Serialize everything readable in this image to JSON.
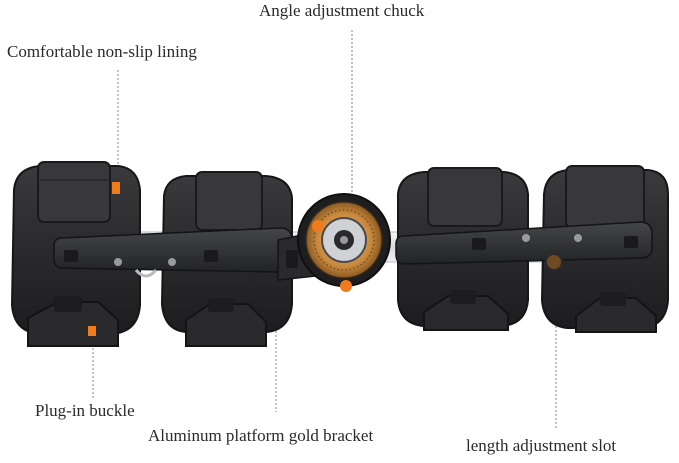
{
  "labels": {
    "angle_chuck": "Angle adjustment chuck",
    "lining": "Comfortable non-slip lining",
    "buckle": "Plug-in buckle",
    "bracket": "Aluminum platform gold bracket",
    "slot": "length adjustment slot"
  },
  "colors": {
    "pad": "#2b2b2d",
    "pad_edge": "#1c1c1e",
    "pad_shade": "#3c3c3f",
    "bar": "#2f3032",
    "aluminum": "#e6e7ea",
    "accent": "#f07a1c",
    "leader": "#8a8a8a",
    "hinge_face": "#d9a15a"
  }
}
